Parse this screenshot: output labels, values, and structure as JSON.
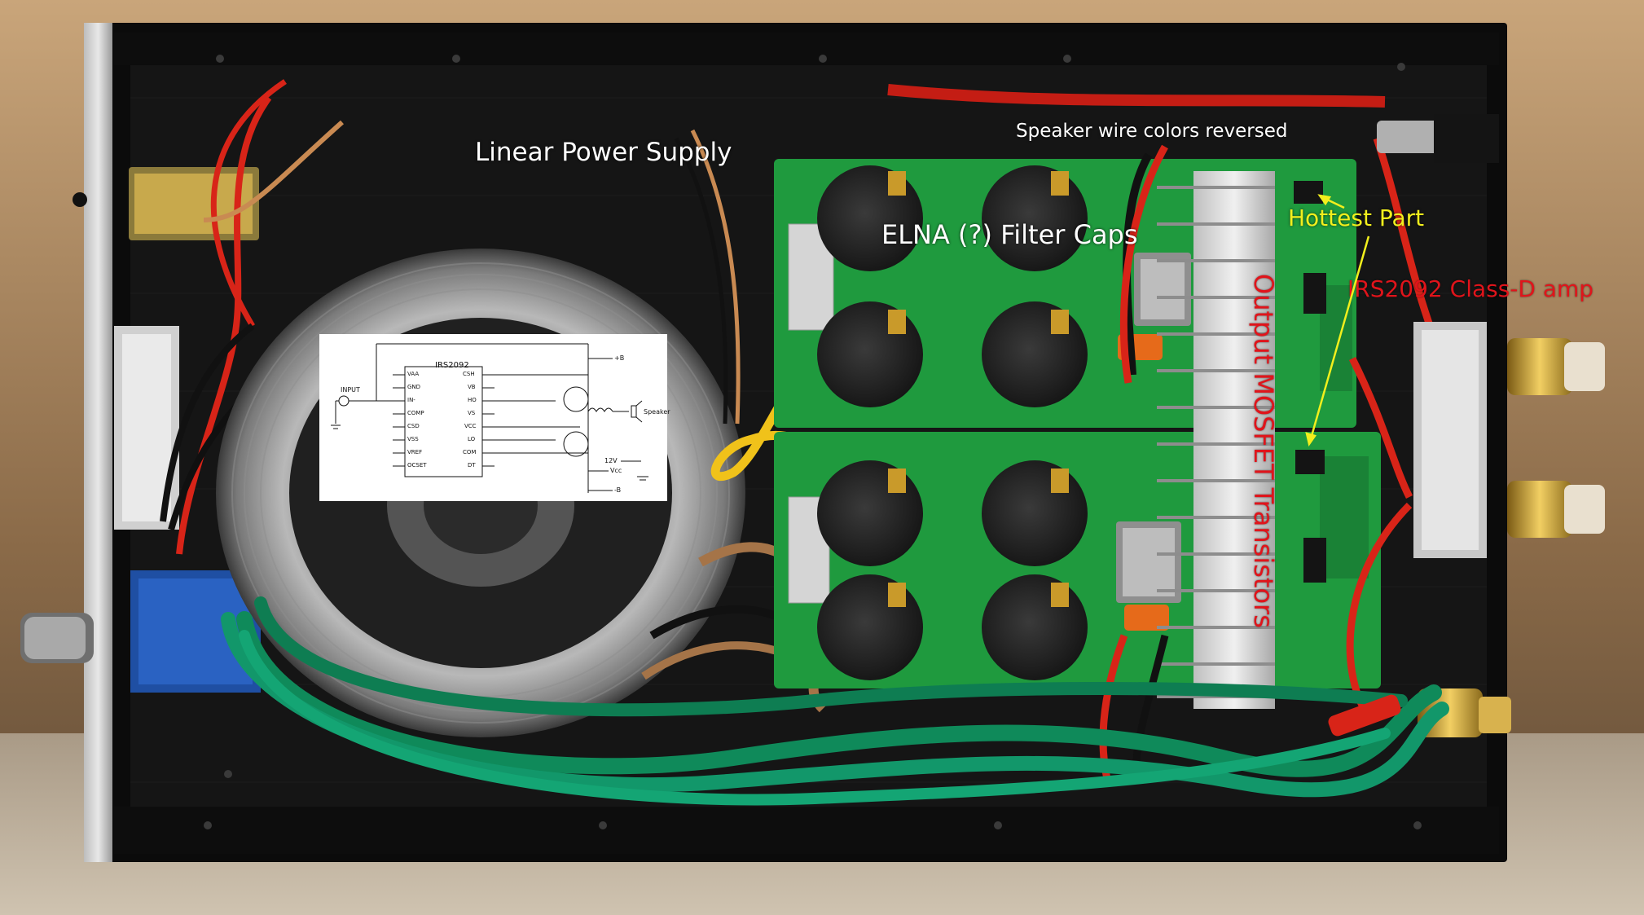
{
  "labels": {
    "linear_power_supply": "Linear Power Supply",
    "speaker_wire": "Speaker wire colors reversed",
    "filter_caps": "ELNA (?) Filter Caps",
    "hottest_part": "Hottest Part",
    "irs_amp": "IRS2092 Class-D amp",
    "output_mosfet": "Output MOSFET Transistors"
  },
  "schematic": {
    "ic_name": "IRS2092",
    "left_pins": [
      "VAA",
      "GND",
      "IN-",
      "COMP",
      "CSD",
      "VSS",
      "VREF",
      "OCSET"
    ],
    "right_pins": [
      "CSH",
      "VB",
      "HO",
      "VS",
      "VCC",
      "LO",
      "COM",
      "DT"
    ],
    "input": "INPUT",
    "plus_b": "+B",
    "minus_b": "-B",
    "speaker": "Speaker",
    "vcc": "Vcc",
    "v12": "12V"
  },
  "colors": {
    "annotation_white": "#ffffff",
    "annotation_yellow": "#f2ef1d",
    "annotation_red": "#e0141b",
    "pcb_green": "#1f9a3e",
    "chassis_black": "#0b0b0b"
  }
}
